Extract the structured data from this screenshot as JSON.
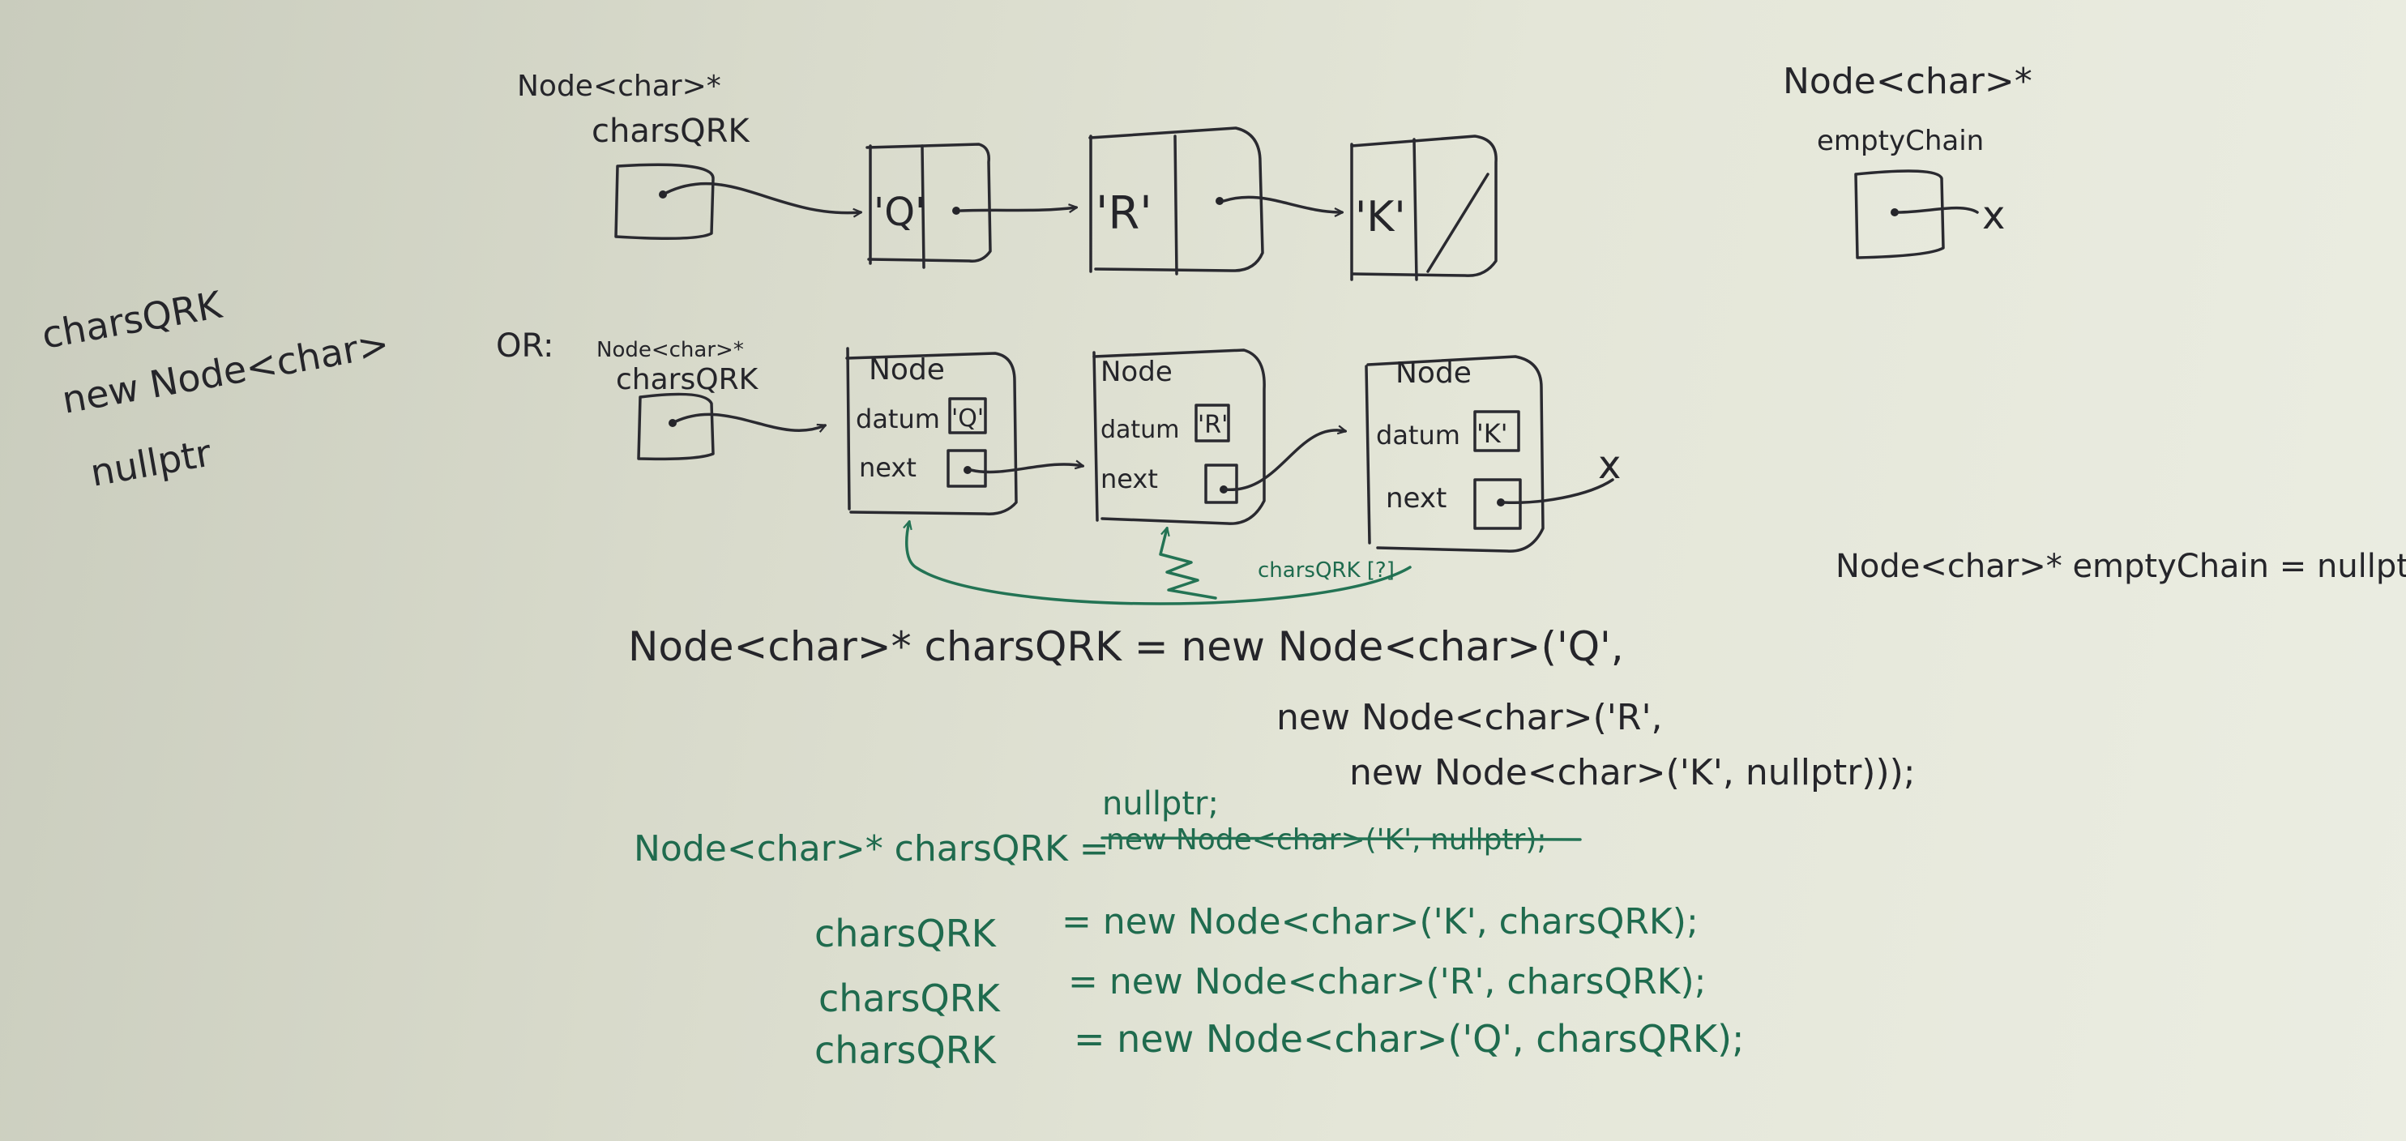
{
  "left_notes": [
    "charsQRK",
    "new Node<char>",
    "nullptr"
  ],
  "top_diagram": {
    "ptr_type": "Node<char>*",
    "ptr_name": "charsQRK",
    "nodes": [
      "'Q'",
      "'R'",
      "'K'"
    ]
  },
  "empty_chain": {
    "ptr_type": "Node<char>*",
    "ptr_name": "emptyChain",
    "null_mark": "x",
    "declaration": "Node<char>*  emptyChain = nullptr;"
  },
  "or_diagram": {
    "or_label": "OR:",
    "ptr_type": "Node<char>*",
    "ptr_name": "charsQRK",
    "nodes": [
      {
        "title": "Node",
        "datum_label": "datum",
        "datum_value": "'Q'",
        "next_label": "next"
      },
      {
        "title": "Node",
        "datum_label": "datum",
        "datum_value": "'R'",
        "next_label": "next"
      },
      {
        "title": "Node",
        "datum_label": "datum",
        "datum_value": "'K'",
        "next_label": "next"
      }
    ],
    "null_mark": "x",
    "green_note": "charsQRK [?]"
  },
  "code_block_1": {
    "line1": "Node<char>*  charsQRK = new Node<char>('Q',",
    "line2": "new Node<char>('R',",
    "line3": "new Node<char>('K', nullptr)));"
  },
  "code_block_2": {
    "decl": "Node<char>*  charsQRK =",
    "replacement": "nullptr;",
    "struck": "new Node<char>('K', nullptr);",
    "lines": [
      {
        "lhs": "charsQRK",
        "rhs": "= new Node<char>('K', charsQRK);"
      },
      {
        "lhs": "charsQRK",
        "rhs": "= new Node<char>('R', charsQRK);"
      },
      {
        "lhs": "charsQRK",
        "rhs": "= new Node<char>('Q', charsQRK);"
      }
    ]
  }
}
